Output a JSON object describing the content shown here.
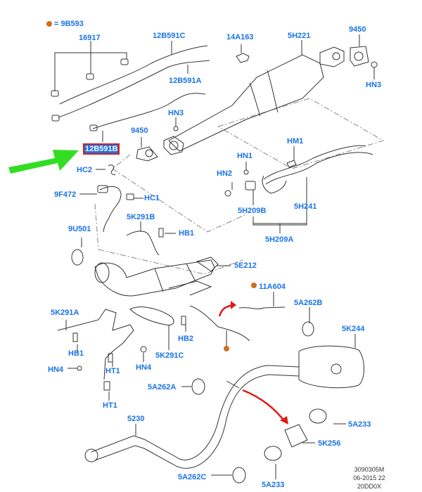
{
  "legend": {
    "marker_color": "#cc6f1f",
    "equals": "=",
    "part": "9B593"
  },
  "highlight": {
    "part": "12B591B",
    "fill": "#1a73e8",
    "border": "#e01919",
    "arrow_color": "#33dd22"
  },
  "colors": {
    "label": "#1a73e8",
    "line": "#333333",
    "red_arrow": "#e01919",
    "dash": "#888888"
  },
  "labels": [
    {
      "id": "16917",
      "text": "16917"
    },
    {
      "id": "12B591C",
      "text": "12B591C"
    },
    {
      "id": "14A163",
      "text": "14A163"
    },
    {
      "id": "5H221",
      "text": "5H221"
    },
    {
      "id": "9450-top",
      "text": "9450"
    },
    {
      "id": "12B591A",
      "text": "12B591A"
    },
    {
      "id": "HN3-right",
      "text": "HN3"
    },
    {
      "id": "HN3-mid",
      "text": "HN3"
    },
    {
      "id": "9450-mid",
      "text": "9450"
    },
    {
      "id": "12B591B",
      "text": "12B591B"
    },
    {
      "id": "HM1",
      "text": "HM1"
    },
    {
      "id": "HN1",
      "text": "HN1"
    },
    {
      "id": "HC2",
      "text": "HC2"
    },
    {
      "id": "HN2",
      "text": "HN2"
    },
    {
      "id": "9F472",
      "text": "9F472"
    },
    {
      "id": "HC1",
      "text": "HC1"
    },
    {
      "id": "5H209B",
      "text": "5H209B"
    },
    {
      "id": "5H241",
      "text": "5H241"
    },
    {
      "id": "5K291B",
      "text": "5K291B"
    },
    {
      "id": "9U501",
      "text": "9U501"
    },
    {
      "id": "HB1-top",
      "text": "HB1"
    },
    {
      "id": "5H209A",
      "text": "5H209A"
    },
    {
      "id": "5E212",
      "text": "5E212"
    },
    {
      "id": "11A604",
      "text": "11A604"
    },
    {
      "id": "5K291A",
      "text": "5K291A"
    },
    {
      "id": "5A262B",
      "text": "5A262B"
    },
    {
      "id": "5K244",
      "text": "5K244"
    },
    {
      "id": "HB2",
      "text": "HB2"
    },
    {
      "id": "HB1-low",
      "text": "HB1"
    },
    {
      "id": "5K291C",
      "text": "5K291C"
    },
    {
      "id": "HN4-left",
      "text": "HN4"
    },
    {
      "id": "HT1-upper",
      "text": "HT1"
    },
    {
      "id": "HN4-right",
      "text": "HN4"
    },
    {
      "id": "5A262A",
      "text": "5A262A"
    },
    {
      "id": "HT1-lower",
      "text": "HT1"
    },
    {
      "id": "5230",
      "text": "5230"
    },
    {
      "id": "5A233-upper",
      "text": "5A233"
    },
    {
      "id": "5K256",
      "text": "5K256"
    },
    {
      "id": "5A233-lower",
      "text": "5A233"
    },
    {
      "id": "5A262C",
      "text": "5A262C"
    }
  ],
  "reference": {
    "line1": "3090305M",
    "line2": "06-2015 22",
    "line3": "20DD0X"
  }
}
